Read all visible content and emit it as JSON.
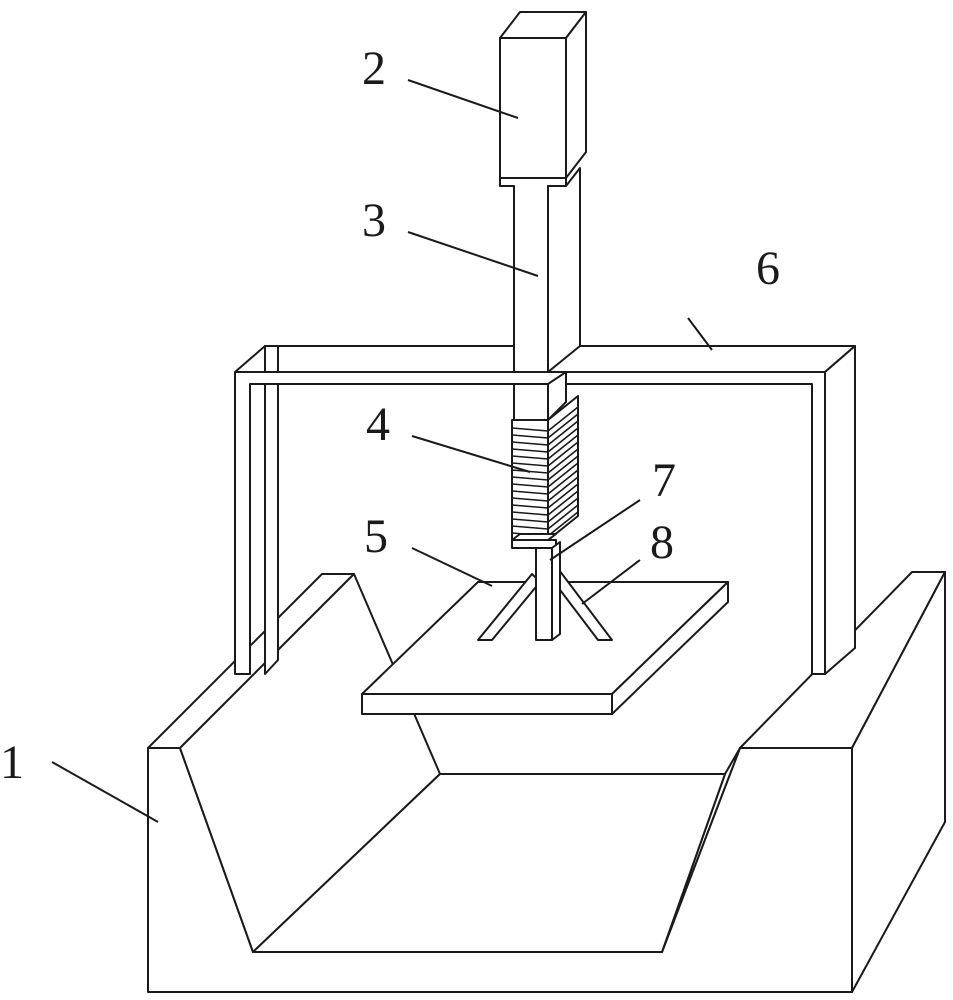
{
  "colors": {
    "stroke": "#1a1a1a",
    "fill": "#ffffff"
  },
  "labels": {
    "part_1": "1",
    "part_2": "2",
    "part_3": "3",
    "part_4": "4",
    "part_5": "5",
    "part_6": "6",
    "part_7": "7",
    "part_8": "8"
  }
}
